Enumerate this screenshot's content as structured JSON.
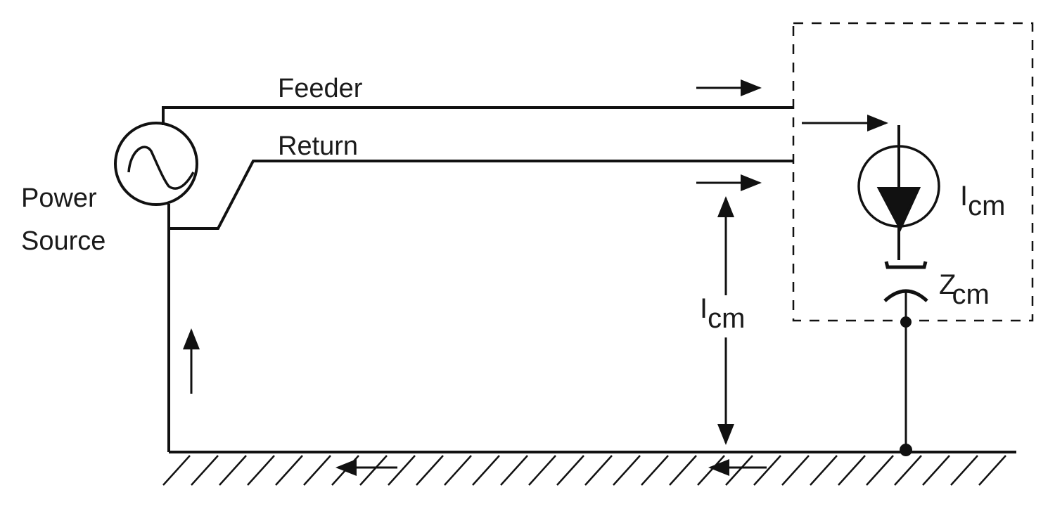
{
  "labels": {
    "feeder": "Feeder",
    "return": "Return",
    "power": "Power",
    "source": "Source",
    "icm_source": {
      "main": "I",
      "sub": "cm"
    },
    "icm_path": {
      "main": "I",
      "sub": "cm"
    },
    "zcm": {
      "main": "Z",
      "sub": "cm"
    }
  },
  "colors": {
    "line": "#111111",
    "background": "#ffffff"
  }
}
